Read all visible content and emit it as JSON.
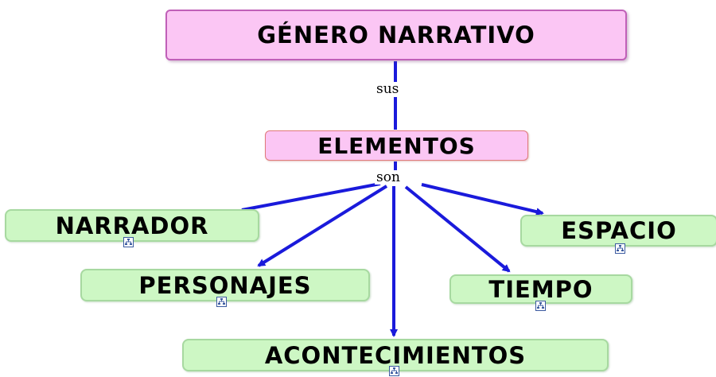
{
  "diagram": {
    "type": "concept-map",
    "root": {
      "label": "GÉNERO NARRATIVO"
    },
    "middle": {
      "label": "ELEMENTOS"
    },
    "links": {
      "root_to_middle": "sus",
      "middle_to_leaves": "son"
    },
    "leaves": [
      {
        "id": "narrador",
        "label": "NARRADOR"
      },
      {
        "id": "espacio",
        "label": "ESPACIO"
      },
      {
        "id": "personajes",
        "label": "PERSONAJES"
      },
      {
        "id": "tiempo",
        "label": "TIEMPO"
      },
      {
        "id": "acontecimientos",
        "label": "ACONTECIMIENTOS"
      }
    ],
    "leaf_icon": "submap-icon"
  },
  "colors": {
    "root_fill": "#fbc6f4",
    "root_border": "#c060b8",
    "leaf_fill": "#cdf7c4",
    "leaf_border": "#a7d9a0",
    "connector": "#1a1adb"
  }
}
